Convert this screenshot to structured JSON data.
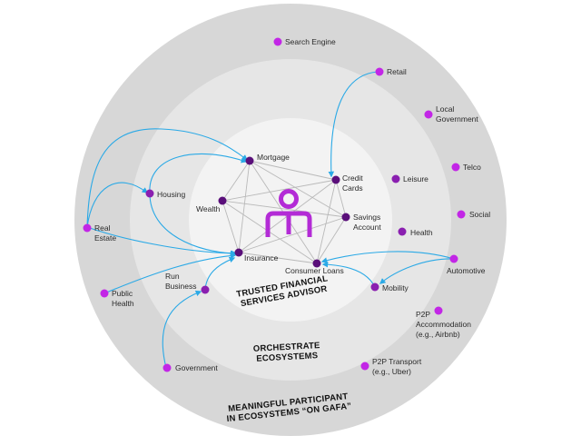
{
  "colors": {
    "outer_ring": "#d7d7d7",
    "middle_ring": "#e6e6e6",
    "inner_ring": "#f3f3f3",
    "core_node": "#5a0f7a",
    "ecosystem_node": "#8a1fb0",
    "outer_node": "#c226e6",
    "web_line": "#b9b9b9",
    "arrow": "#2aa9e6",
    "logo": "#b32bd6"
  },
  "icons": {
    "center_logo": "person-logo-icon"
  },
  "ring_titles": {
    "inner": {
      "line1": "TRUSTED FINANCIAL",
      "line2": "SERVICES ADVISOR"
    },
    "middle": {
      "line1": "ORCHESTRATE",
      "line2": "ECOSYSTEMS"
    },
    "outer": {
      "line1": "MEANINGFUL PARTICIPANT",
      "line2": "IN ECOSYSTEMS “ON GAFA”"
    }
  },
  "core_nodes": {
    "mortgage": "Mortgage",
    "credit_cards": {
      "line1": "Credit",
      "line2": "Cards"
    },
    "wealth": "Wealth",
    "savings_account": {
      "line1": "Savings",
      "line2": "Account"
    },
    "insurance": "Insurance",
    "consumer_loans": "Consumer Loans"
  },
  "ecosystem_nodes": {
    "housing": "Housing",
    "run_business": {
      "line1": "Run",
      "line2": "Business"
    },
    "leisure": "Leisure",
    "health": "Health",
    "mobility": "Mobility"
  },
  "outer_nodes": {
    "search_engine": "Search Engine",
    "retail": "Retail",
    "local_government": {
      "line1": "Local",
      "line2": "Government"
    },
    "telco": "Telco",
    "social": "Social",
    "real_estate": {
      "line1": "Real",
      "line2": "Estate"
    },
    "public_health": {
      "line1": "Public",
      "line2": "Health"
    },
    "automotive": "Automotive",
    "p2p_accommodation": {
      "line1": "P2P",
      "line2": "Accommodation",
      "line3": "(e.g., Airbnb)"
    },
    "government": "Government",
    "p2p_transport": {
      "line1": "P2P Transport",
      "line2": "(e.g., Uber)"
    }
  }
}
